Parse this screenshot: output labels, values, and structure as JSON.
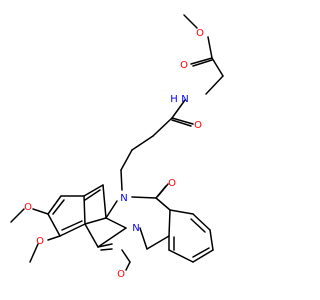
{
  "colors": {
    "carbon_bonds": "#000000",
    "oxygen": "#ff0000",
    "nitrogen": "#0000ff",
    "background": "#ffffff"
  },
  "atoms": {
    "ester_o_methyl": "O",
    "ester_o_carbonyl": "O",
    "amide_n": "N",
    "amide_nh": "H",
    "amide_o": "O",
    "ring_n_upper": "N",
    "ring_o_upper": "O",
    "ring_n_lower": "N",
    "methoxy_o_upper": "O",
    "methoxy_o_lower": "O",
    "ketone_o": "O"
  }
}
